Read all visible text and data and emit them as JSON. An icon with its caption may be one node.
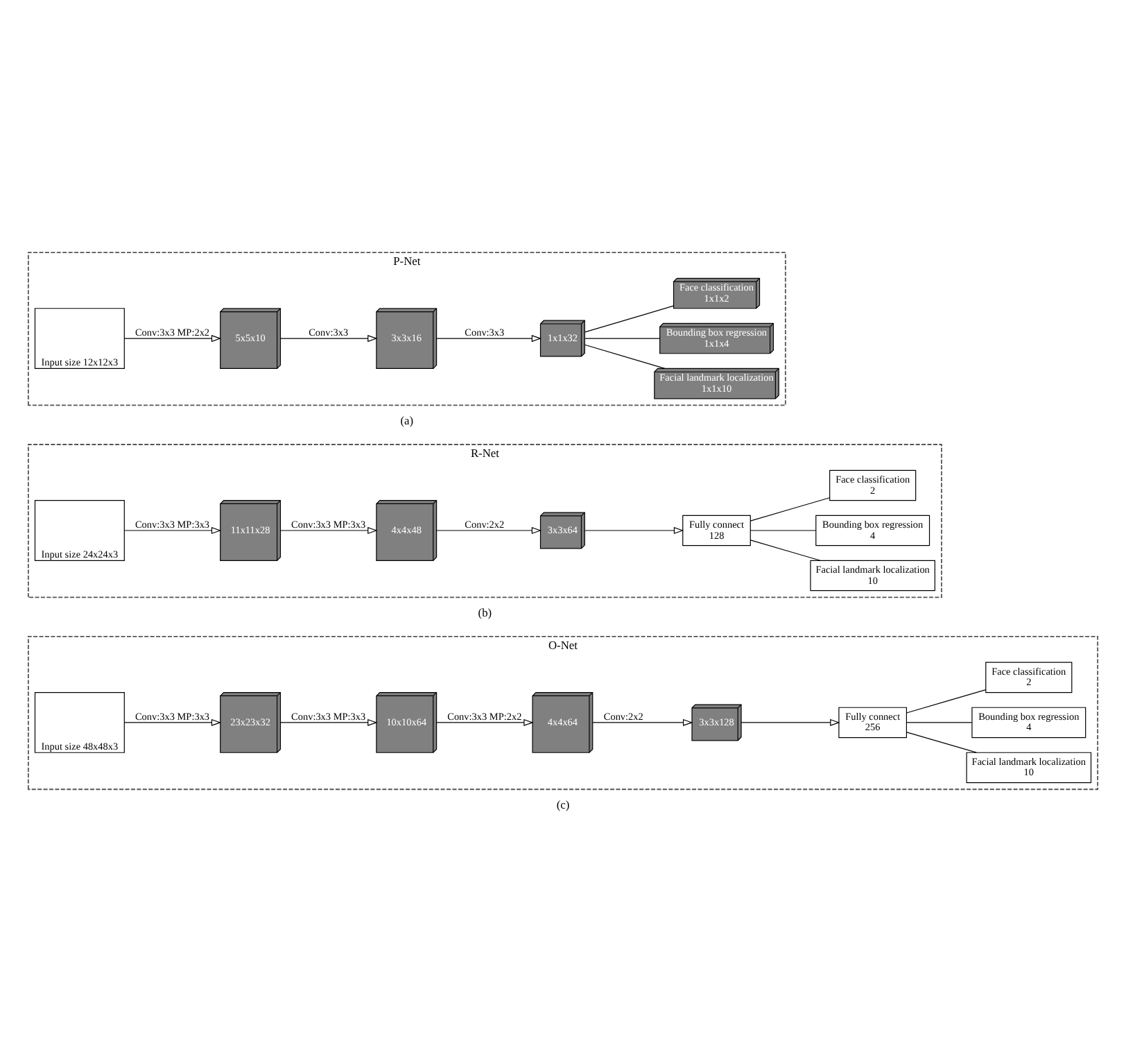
{
  "diagram": {
    "nodes": [
      {
        "text": [
          "P-Net"
        ],
        "beside": [
          "(a)"
        ]
      },
      {
        "text": [
          "Input size 12x12x3"
        ],
        "in": 0
      },
      {
        "text": [
          "5x5x10"
        ],
        "in": 0
      },
      {
        "text": [
          "3x3x16"
        ],
        "in": 0
      },
      {
        "text": [
          "1x1x32"
        ],
        "in": 0
      },
      {
        "text": [
          "Face classification",
          "1x1x2"
        ],
        "in": 0
      },
      {
        "text": [
          "Bounding box regression",
          "1x1x4"
        ],
        "in": 0
      },
      {
        "text": [
          "Facial landmark localization",
          "1x1x10"
        ],
        "in": 0
      },
      {
        "text": [
          "R-Net"
        ],
        "beside": [
          "(b)"
        ]
      },
      {
        "text": [
          "Input size 24x24x3"
        ],
        "in": 8
      },
      {
        "text": [
          "11x11x28"
        ],
        "in": 8
      },
      {
        "text": [
          "4x4x48"
        ],
        "in": 8
      },
      {
        "text": [
          "3x3x64"
        ],
        "in": 8
      },
      {
        "text": [
          "Fully connect",
          "128"
        ],
        "in": 8
      },
      {
        "text": [
          "Face classification",
          "2"
        ],
        "in": 8
      },
      {
        "text": [
          "Bounding box regression",
          "4"
        ],
        "in": 8
      },
      {
        "text": [
          "Facial landmark localization",
          "10"
        ],
        "in": 8
      },
      {
        "text": [
          "O-Net"
        ],
        "beside": [
          "(c)"
        ]
      },
      {
        "text": [
          "Input size 48x48x3"
        ],
        "in": 17
      },
      {
        "text": [
          "23x23x32"
        ],
        "in": 17
      },
      {
        "text": [
          "10x10x64"
        ],
        "in": 17
      },
      {
        "text": [
          "4x4x64"
        ],
        "in": 17
      },
      {
        "text": [
          "3x3x128"
        ],
        "in": 17
      },
      {
        "text": [
          "Fully connect",
          "256"
        ],
        "in": 17
      },
      {
        "text": [
          "Face classification",
          "2"
        ],
        "in": 17
      },
      {
        "text": [
          "Bounding box regression",
          "4"
        ],
        "in": 17
      },
      {
        "text": [
          "Facial landmark localization",
          "10"
        ],
        "in": 17
      }
    ],
    "edges": [
      {
        "from": 1,
        "to": 2,
        "arrow": "to",
        "label": "Conv:3x3 MP:2x2"
      },
      {
        "from": 2,
        "to": 3,
        "arrow": "to",
        "label": "Conv:3x3"
      },
      {
        "from": 3,
        "to": 4,
        "arrow": "to",
        "label": "Conv:3x3"
      },
      {
        "from": 4,
        "to": 5,
        "arrow": "none"
      },
      {
        "from": 4,
        "to": 6,
        "arrow": "none"
      },
      {
        "from": 4,
        "to": 7,
        "arrow": "none"
      },
      {
        "from": 9,
        "to": 10,
        "arrow": "to",
        "label": "Conv:3x3 MP:3x3"
      },
      {
        "from": 10,
        "to": 11,
        "arrow": "to",
        "label": "Conv:3x3 MP:3x3"
      },
      {
        "from": 11,
        "to": 12,
        "arrow": "to",
        "label": "Conv:2x2"
      },
      {
        "from": 12,
        "to": 13,
        "arrow": "to"
      },
      {
        "from": 13,
        "to": 14,
        "arrow": "none"
      },
      {
        "from": 13,
        "to": 15,
        "arrow": "none"
      },
      {
        "from": 13,
        "to": 16,
        "arrow": "none"
      },
      {
        "from": 18,
        "to": 19,
        "arrow": "to",
        "label": "Conv:3x3 MP:3x3"
      },
      {
        "from": 19,
        "to": 20,
        "arrow": "to",
        "label": "Conv:3x3 MP:3x3"
      },
      {
        "from": 20,
        "to": 21,
        "arrow": "to",
        "label": "Conv:3x3 MP:2x2"
      },
      {
        "from": 21,
        "to": 22,
        "arrow": "to",
        "label": "Conv:2x2"
      },
      {
        "from": 22,
        "to": 23,
        "arrow": "to"
      },
      {
        "from": 23,
        "to": 24,
        "arrow": "none"
      },
      {
        "from": 23,
        "to": 25,
        "arrow": "none"
      },
      {
        "from": 23,
        "to": 26,
        "arrow": "none"
      }
    ]
  }
}
